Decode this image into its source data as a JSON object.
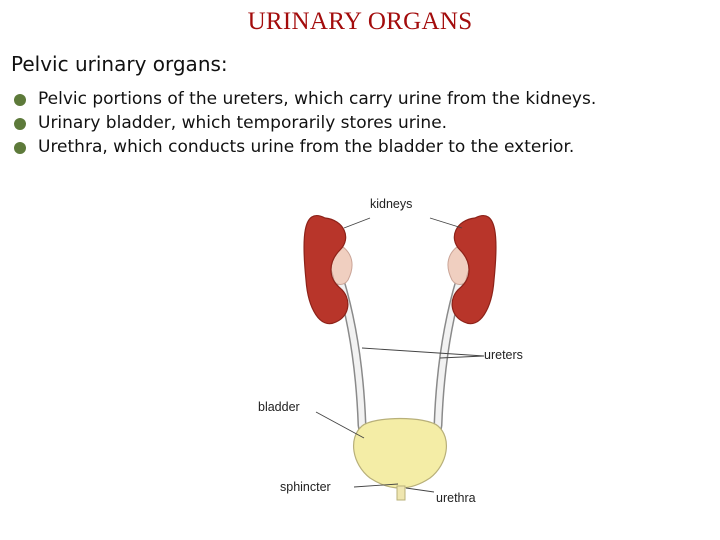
{
  "title": "URINARY ORGANS",
  "subtitle": "Pelvic urinary organs:",
  "bullets": [
    "Pelvic portions of the ureters, which carry urine from the kidneys.",
    "Urinary bladder, which temporarily stores urine.",
    "Urethra, which conducts urine from the bladder to the exterior."
  ],
  "colors": {
    "title": "#a30c0c",
    "bullet": "#5d7a3a",
    "kidney": "#b8352a",
    "bladder": "#f4eda6"
  },
  "figure": {
    "labels": {
      "kidneys": "kidneys",
      "ureters": "ureters",
      "bladder": "bladder",
      "sphincter": "sphincter",
      "urethra": "urethra"
    }
  }
}
